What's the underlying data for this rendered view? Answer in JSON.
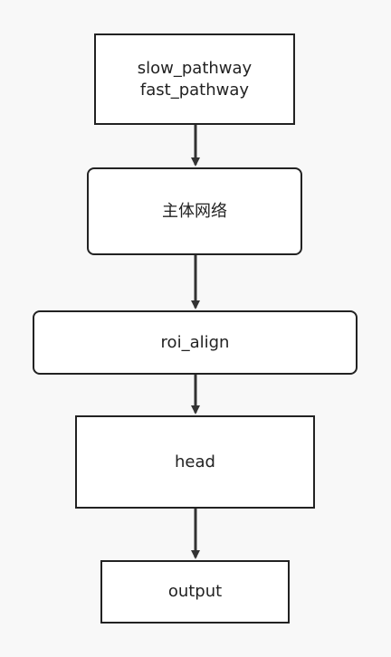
{
  "diagram": {
    "nodes": [
      {
        "id": "input",
        "lines": [
          "slow_pathway",
          "fast_pathway"
        ]
      },
      {
        "id": "backbone",
        "label": "主体网络"
      },
      {
        "id": "roi_align",
        "label": "roi_align"
      },
      {
        "id": "head",
        "label": "head"
      },
      {
        "id": "output",
        "label": "output"
      }
    ],
    "edges": [
      {
        "from": "input",
        "to": "backbone"
      },
      {
        "from": "backbone",
        "to": "roi_align"
      },
      {
        "from": "roi_align",
        "to": "head"
      },
      {
        "from": "head",
        "to": "output"
      }
    ]
  },
  "style": {
    "stroke_color": "#333333",
    "text_color": "#222222",
    "background": "#f8f8f8"
  }
}
